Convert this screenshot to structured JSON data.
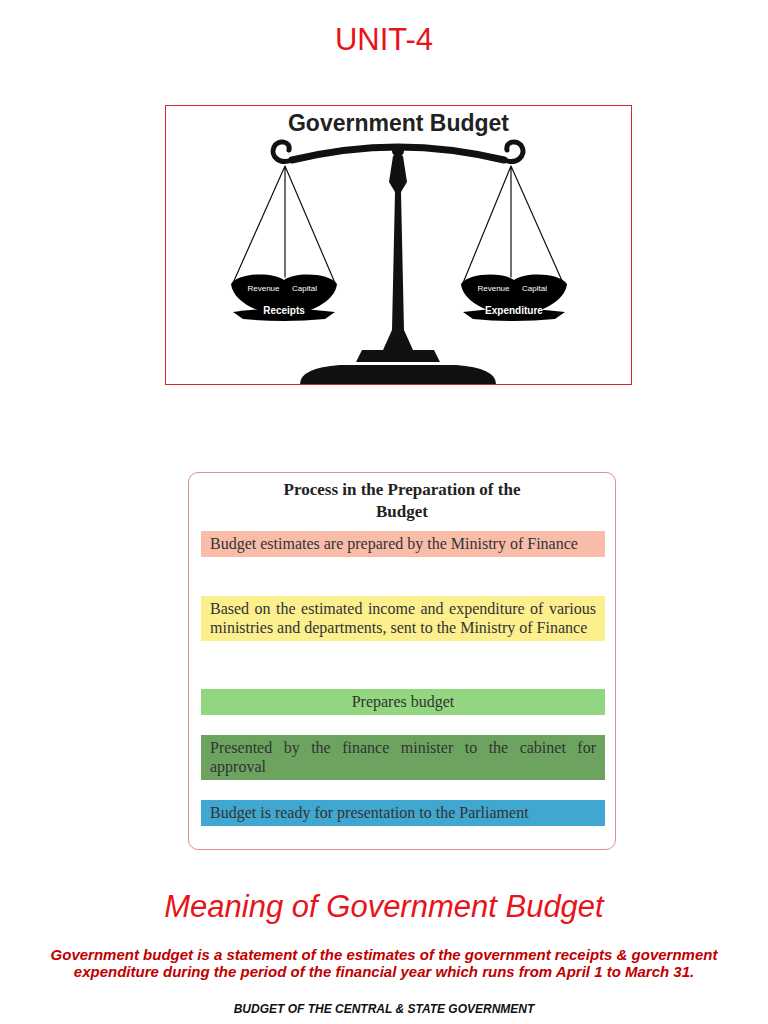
{
  "diagram": {
    "title": "UNIT-4",
    "nodes": [
      {
        "text": [
          "Government Budget"
        ]
      },
      {
        "text": [
          "Revenue",
          "Capital",
          "Receipts"
        ],
        "in": 0
      },
      {
        "text": [
          "Revenue",
          "Capital",
          "Expenditure"
        ],
        "in": 0
      },
      {
        "text": [
          "Process in the Preparation of the Budget"
        ]
      },
      {
        "text": [
          "Budget estimates are prepared by the Ministry of Finance"
        ],
        "in": 3
      },
      {
        "text": [
          "Based on the estimated income and expenditure of various ministries and departments, sent to the Ministry of Finance"
        ],
        "in": 3
      },
      {
        "text": [
          "Prepares budget"
        ],
        "in": 3
      },
      {
        "text": [
          "Presented by the finance minister to the cabinet for approval"
        ],
        "in": 3
      },
      {
        "text": [
          "Budget is ready for presentation to the Parliament"
        ],
        "in": 3
      }
    ],
    "edges": [
      {
        "from": 4,
        "to": 5,
        "arrow": "to"
      },
      {
        "from": 5,
        "to": 6,
        "arrow": "to"
      },
      {
        "from": 6,
        "to": 7,
        "arrow": "to"
      },
      {
        "from": 7,
        "to": 8,
        "arrow": "to"
      }
    ],
    "labels": [
      "Meaning of Government Budget",
      "Government budget is a statement of the estimates of the government receipts & government expenditure during the period of the financial year which runs from April 1 to March 31.",
      "BUDGET OF THE CENTRAL & STATE GOVERNMENT"
    ]
  }
}
